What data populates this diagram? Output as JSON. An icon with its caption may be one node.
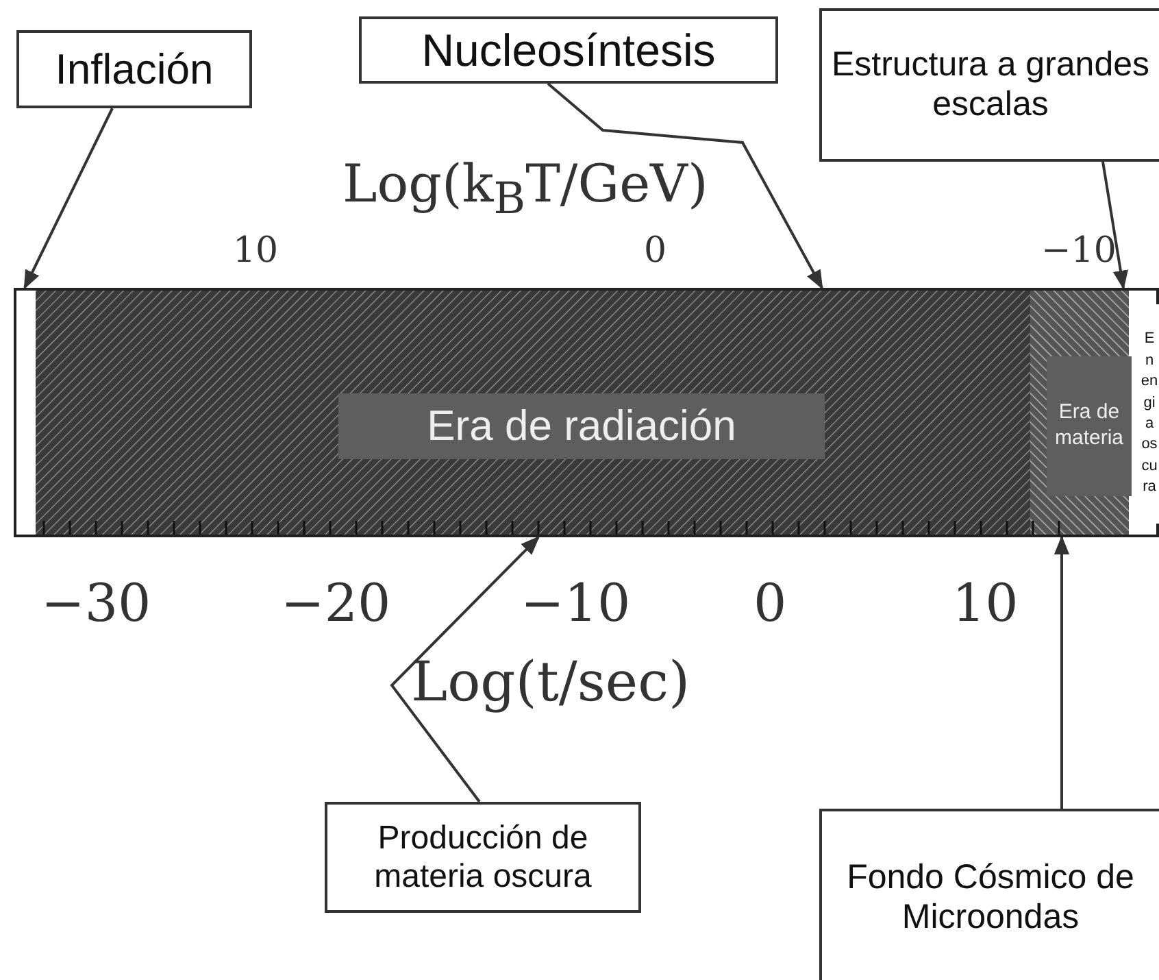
{
  "diagram": {
    "nodes": [
      {
        "text": [
          "Inflación"
        ]
      },
      {
        "text": [
          "Nucleosíntesis"
        ]
      },
      {
        "text": [
          "Estructura a grandes escalas"
        ]
      },
      {
        "text": [],
        "shape": "bar"
      },
      {
        "text": [
          "Era de radiación"
        ],
        "in": 3
      },
      {
        "text": [
          "Era de materia"
        ],
        "in": 3
      },
      {
        "text": [
          "E n en gi a os cu ra"
        ],
        "in": 3
      },
      {
        "text": [
          "Producción de materia oscura"
        ]
      },
      {
        "text": [
          "Fondo Cósmico de Microondas"
        ]
      }
    ],
    "edges": [
      {
        "from": 0,
        "to": 3,
        "arrow": "to"
      },
      {
        "from": 1,
        "to": 3,
        "arrow": "to"
      },
      {
        "from": 2,
        "to": 3,
        "arrow": "to"
      },
      {
        "from": 7,
        "to": 3,
        "arrow": "to"
      },
      {
        "from": 8,
        "to": 3,
        "arrow": "to"
      }
    ],
    "labels": [
      "Log(k$_{B}$T/GeV)",
      "10",
      "0",
      "−10",
      "−30",
      "−20",
      "−10",
      "0",
      "10",
      "Log(t/sec)"
    ]
  }
}
